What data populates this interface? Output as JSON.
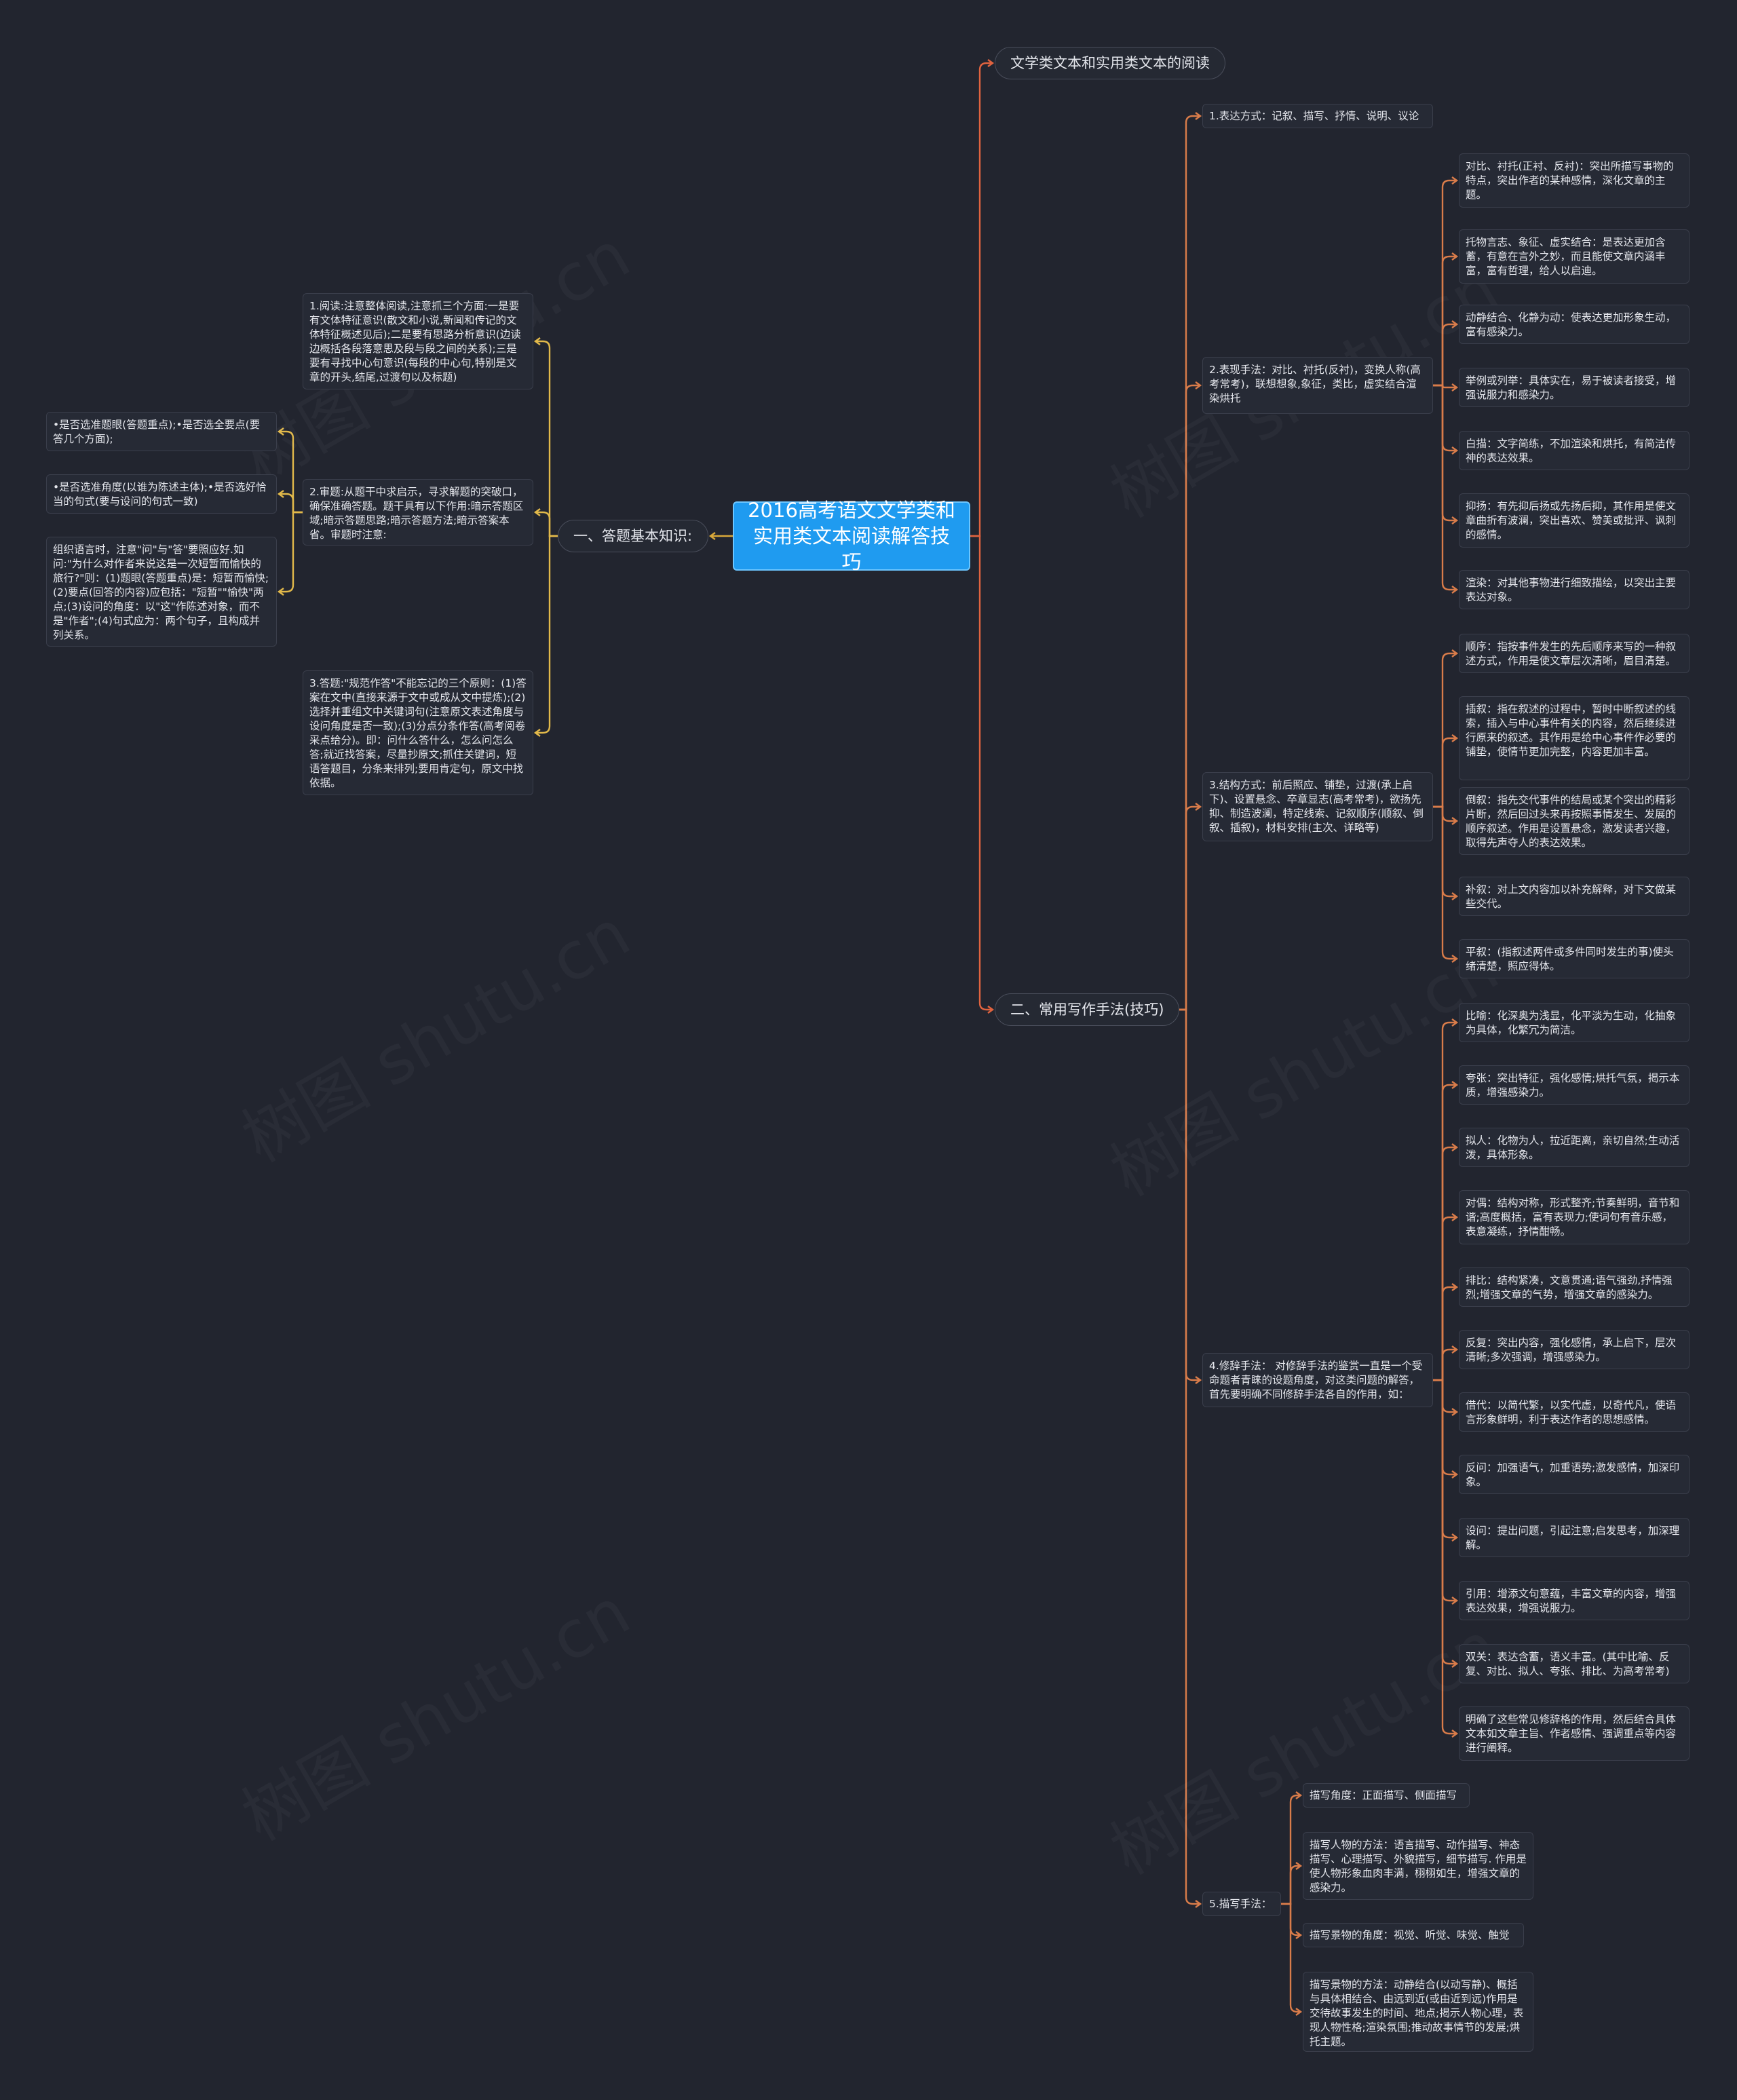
{
  "root": "2016高考语文文学类和实用类文本阅读解答技巧",
  "colors": {
    "background": "#22252f",
    "root_fill": "#1f9bf0",
    "wire_right": "#e0633f",
    "wire_left": "#d9a83a",
    "wire_deep": "#d97c4a",
    "wire_yellow": "#e2b94a"
  },
  "right": {
    "branch1": "文学类文本和实用类文本的阅读",
    "branch2": "二、常用写作手法(技巧)",
    "b2": [
      {
        "label": "1.表达方式：记叙、描写、抒情、说明、议论",
        "children": []
      },
      {
        "label": "2.表现手法：对比、衬托(反衬)，变换人称(高考常考)，联想想象,象征，类比，虚实结合渲染烘托",
        "children": [
          "对比、衬托(正衬、反衬)：突出所描写事物的特点，突出作者的某种感情，深化文章的主题。",
          "托物言志、象征、虚实结合：是表达更加含蓄，有意在言外之妙，而且能使文章内涵丰富，富有哲理，给人以启迪。",
          "动静结合、化静为动：使表达更加形象生动，富有感染力。",
          "举例或列举：具体实在，易于被读者接受，增强说服力和感染力。",
          "白描：文字简练，不加渲染和烘托，有简洁传神的表达效果。",
          "抑扬：有先抑后扬或先扬后抑，其作用是使文章曲折有波澜，突出喜欢、赞美或批评、讽刺的感情。",
          "渲染：对其他事物进行细致描绘，以突出主要表达对象。"
        ]
      },
      {
        "label": "3.结构方式：前后照应、铺垫，过渡(承上启下)、设置悬念、卒章显志(高考常考)，欲扬先抑、制造波澜，特定线索、记叙顺序(顺叙、倒叙、插叙)，材料安排(主次、详略等)",
        "children": [
          "顺序：指按事件发生的先后顺序来写的一种叙述方式，作用是使文章层次清晰，眉目清楚。",
          "插叙：指在叙述的过程中，暂时中断叙述的线索，插入与中心事件有关的内容，然后继续进行原来的叙述。其作用是给中心事件作必要的铺垫，使情节更加完整，内容更加丰富。",
          "倒叙：指先交代事件的结局或某个突出的精彩片断，然后回过头来再按照事情发生、发展的顺序叙述。作用是设置悬念，激发读者兴趣，取得先声夺人的表达效果。",
          "补叙：对上文内容加以补充解释，对下文做某些交代。",
          "平叙：(指叙述两件或多件同时发生的事)使头绪清楚，照应得体。"
        ]
      },
      {
        "label": "4.修辞手法： 对修辞手法的鉴赏一直是一个受命题者青睐的设题角度，对这类问题的解答，首先要明确不同修辞手法各自的作用，如：",
        "children": [
          "比喻：化深奥为浅显，化平淡为生动，化抽象为具体，化繁冗为简洁。",
          "夸张：突出特征，强化感情;烘托气氛，揭示本质，增强感染力。",
          "拟人：化物为人，拉近距离，亲切自然;生动活泼，具体形象。",
          "对偶：结构对称，形式整齐;节奏鲜明，音节和谐;高度概括，富有表现力;使词句有音乐感，表意凝练，抒情酣畅。",
          "排比：结构紧凑，文意贯通;语气强劲,抒情强烈;增强文章的气势，增强文章的感染力。",
          "反复：突出内容，强化感情，承上启下，层次清晰;多次强调，增强感染力。",
          "借代：以简代繁，以实代虚，以奇代凡，使语言形象鲜明，利于表达作者的思想感情。",
          "反问：加强语气，加重语势;激发感情，加深印象。",
          "设问：提出问题，引起注意;启发思考，加深理解。",
          "引用：增添文句意蕴，丰富文章的内容，增强表达效果，增强说服力。",
          "双关：表达含蓄，语义丰富。(其中比喻、反复、对比、拟人、夸张、排比、为高考常考)",
          "明确了这些常见修辞格的作用，然后结合具体文本如文章主旨、作者感情、强调重点等内容进行阐释。"
        ]
      },
      {
        "label": "5.描写手法：",
        "children": [
          "描写角度：正面描写、侧面描写",
          "描写人物的方法：语言描写、动作描写、神态描写、心理描写、外貌描写，细节描写. 作用是使人物形象血肉丰满，栩栩如生，增强文章的感染力。",
          "描写景物的角度：视觉、听觉、味觉、触觉",
          "描写景物的方法：动静结合(以动写静)、概括与具体相结合、由远到近(或由近到远)作用是交待故事发生的时间、地点;揭示人物心理，表现人物性格;渲染氛围;推动故事情节的发展;烘托主题。"
        ]
      }
    ]
  },
  "left": {
    "branch": "一、答题基本知识:",
    "items": [
      {
        "label": "1.阅读:注意整体阅读,注意抓三个方面:一是要有文体特征意识(散文和小说,新闻和传记的文体特征概述见后);二是要有思路分析意识(边读边概括各段落意思及段与段之间的关系);三是要有寻找中心句意识(每段的中心句,特别是文章的开头,结尾,过渡句以及标题)",
        "children": []
      },
      {
        "label": "2.审题:从题干中求启示，寻求解题的突破口，确保准确答题。题干具有以下作用:暗示答题区域;暗示答题思路;暗示答题方法;暗示答案本省。审题时注意:",
        "children": [
          "•是否选准题眼(答题重点);•是否选全要点(要答几个方面);",
          "•是否选准角度(以谁为陈述主体);•是否选好恰当的句式(要与设问的句式一致)",
          "组织语言时，注意\"问\"与\"答\"要照应好.如问:\"为什么对作者来说这是一次短暂而愉快的旅行?\"则：(1)题眼(答题重点)是：短暂而愉快;(2)要点(回答的内容)应包括：\"短暂\"\"愉快\"两点;(3)设问的角度：以\"这\"作陈述对象，而不是\"作者\";(4)句式应为：两个句子，且构成并列关系。"
        ]
      },
      {
        "label": "3.答题:\"规范作答\"不能忘记的三个原则：(1)答案在文中(直接来源于文中或成从文中提炼);(2)选择并重组文中关键词句(注意原文表述角度与设问角度是否一致);(3)分点分条作答(高考阅卷采点给分)。即：问什么答什么，怎么问怎么答;就近找答案，尽量抄原文;抓住关键词，短语答题目，分条来排列;要用肯定句，原文中找依据。",
        "children": []
      }
    ]
  },
  "watermark": "树图 shutu.cn"
}
